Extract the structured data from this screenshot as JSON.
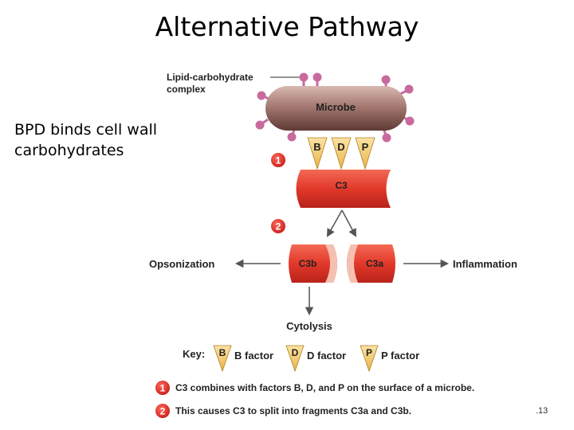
{
  "title": "Alternative Pathway",
  "side_note": "BPD binds cell wall\n carbohydrates",
  "slide_number": ".13",
  "diagram": {
    "lipid_label_line1": "Lipid-carbohydrate",
    "lipid_label_line2": "complex",
    "microbe_label": "Microbe",
    "factors": [
      "B",
      "D",
      "P"
    ],
    "c3_label": "C3",
    "c3b_label": "C3b",
    "c3a_label": "C3a",
    "opsonization": "Opsonization",
    "inflammation": "Inflammation",
    "cytolysis": "Cytolysis",
    "steps": [
      "1",
      "2"
    ]
  },
  "key": {
    "label": "Key:",
    "items": [
      {
        "letter": "B",
        "text": "B factor"
      },
      {
        "letter": "D",
        "text": "D factor"
      },
      {
        "letter": "P",
        "text": "P factor"
      }
    ]
  },
  "legend": [
    {
      "num": "1",
      "text": "C3 combines with factors B, D, and P on the surface of a microbe."
    },
    {
      "num": "2",
      "text": "This causes C3 to split into fragments C3a and C3b."
    }
  ],
  "colors": {
    "microbe_fill": "#a57a72",
    "c3_red": "#e2382a",
    "factor_yellow": "#f6cf6a",
    "step_circle": "#d72a25",
    "nubs": "#c86a9d"
  }
}
